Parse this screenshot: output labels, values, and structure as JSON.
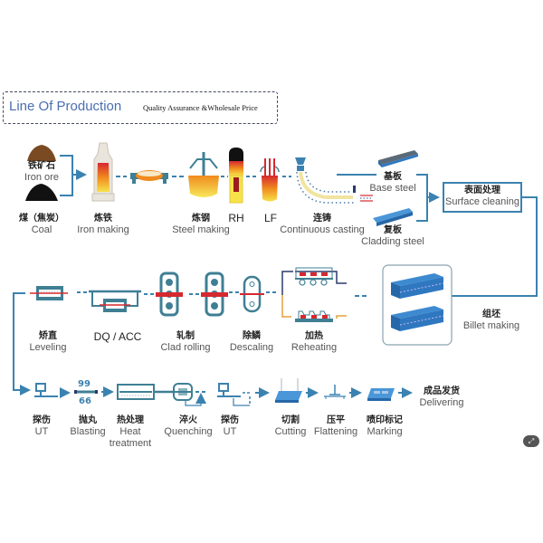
{
  "header": {
    "title": "Line Of Production",
    "subtitle": "Quality Assurance &Wholesale Price"
  },
  "colors": {
    "flow_line": "#3b82b0",
    "title_blue": "#4a6fb0",
    "steel_blue": "#2f6fae",
    "teal": "#3f7f94",
    "hot_red": "#d6282f",
    "hot_orange": "#f08a1e",
    "hot_yellow": "#f7e24a",
    "reheat_orange": "#e5a23a",
    "reheat_navy": "#2b3a6b"
  },
  "row1": {
    "iron_ore": {
      "zh": "铁矿石",
      "en": "Iron ore"
    },
    "coal": {
      "zh": "煤（焦炭）",
      "en": "Coal"
    },
    "iron_making": {
      "zh": "炼铁",
      "en": "Iron making"
    },
    "steel_making": {
      "zh": "炼钢",
      "en": "Steel making"
    },
    "rh": {
      "zh": "RH"
    },
    "lf": {
      "zh": "LF"
    },
    "continuous_casting": {
      "zh": "连铸",
      "en": "Continuous casting"
    },
    "base_steel": {
      "zh": "基板",
      "en": "Base steel"
    },
    "cladding_steel": {
      "zh": "复板",
      "en": "Cladding steel"
    },
    "surface_cleaning": {
      "zh": "表面处理",
      "en": "Surface cleaning"
    }
  },
  "row2": {
    "billet_making": {
      "zh": "组坯",
      "en": "Billet making"
    },
    "reheating": {
      "zh": "加热",
      "en": "Reheating"
    },
    "descaling": {
      "zh": "除鳞",
      "en": "Descaling"
    },
    "clad_rolling": {
      "zh": "轧制",
      "en": "Clad rolling"
    },
    "dq_acc": {
      "zh": "DQ / ACC"
    },
    "leveling": {
      "zh": "矫直",
      "en": "Leveling"
    }
  },
  "row3": {
    "ut1": {
      "zh": "探伤",
      "en": "UT"
    },
    "blasting": {
      "zh": "抛丸",
      "en": "Blasting"
    },
    "heat_treatment": {
      "zh": "热处理",
      "en": "Heat",
      "en2": "treatment"
    },
    "quenching": {
      "zh": "淬火",
      "en": "Quenching"
    },
    "ut2": {
      "zh": "探伤",
      "en": "UT"
    },
    "cutting": {
      "zh": "切割",
      "en": "Cutting"
    },
    "flattening": {
      "zh": "压平",
      "en": "Flattening"
    },
    "marking": {
      "zh": "喷印标记",
      "en": "Marking"
    },
    "delivering": {
      "zh": "成品发货",
      "en": "Delivering"
    }
  },
  "badge": {
    "icon": "expand-icon",
    "glyph": "⤢"
  }
}
